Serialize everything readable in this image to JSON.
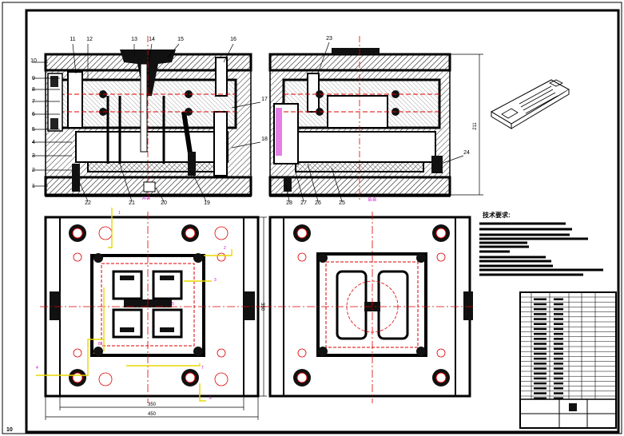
{
  "callouts_top": [
    "11",
    "12",
    "13",
    "14",
    "15",
    "16",
    "23"
  ],
  "callouts_left": [
    "10",
    "9",
    "8",
    "7",
    "6",
    "5",
    "4",
    "3",
    "2",
    "1"
  ],
  "callouts_bottom_left": [
    "22",
    "21",
    "20",
    "19"
  ],
  "callouts_bottom_right": [
    "28",
    "27",
    "26",
    "25"
  ],
  "callouts_right": [
    "17",
    "18",
    "24"
  ],
  "section_label_left": "A-A",
  "section_label_right": "B-B",
  "tech_requirements_title": "技术要求:",
  "dim_height_side": "211",
  "dim_plan_height": "350",
  "dim_inner_width": "350",
  "dim_overall_width": "450",
  "corner_mark": "10",
  "wire_markers": [
    "1",
    "2",
    "3",
    "4",
    "5",
    "6",
    "7",
    "8"
  ]
}
